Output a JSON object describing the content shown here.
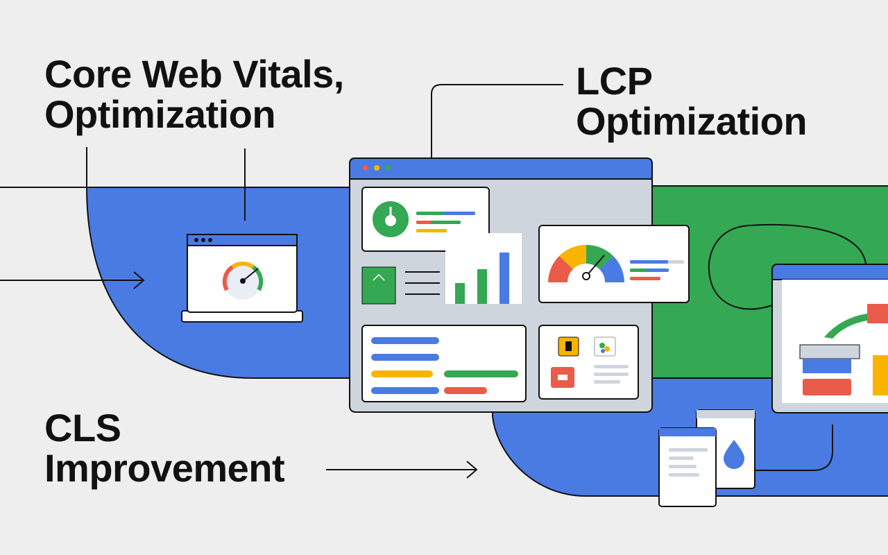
{
  "headings": {
    "core_web_vitals": {
      "line1": "Core Web Vitals,",
      "line2": "Optimization"
    },
    "lcp": {
      "line1": "LCP",
      "line2": "Optimization"
    },
    "cls": {
      "line1": "CLS",
      "line2": "Improvement"
    }
  },
  "colors": {
    "background": "#eeeeee",
    "blue": "#4a7be3",
    "green": "#34a853",
    "yellow": "#f9b400",
    "red": "#ea5b4a",
    "outline": "#111111",
    "panel": "#ffffff",
    "window_body": "#cfd5dd"
  },
  "icons": [
    "speedometer-icon",
    "pie-gauge-icon",
    "bar-chart-icon",
    "droplet-icon",
    "browser-window-icon"
  ]
}
